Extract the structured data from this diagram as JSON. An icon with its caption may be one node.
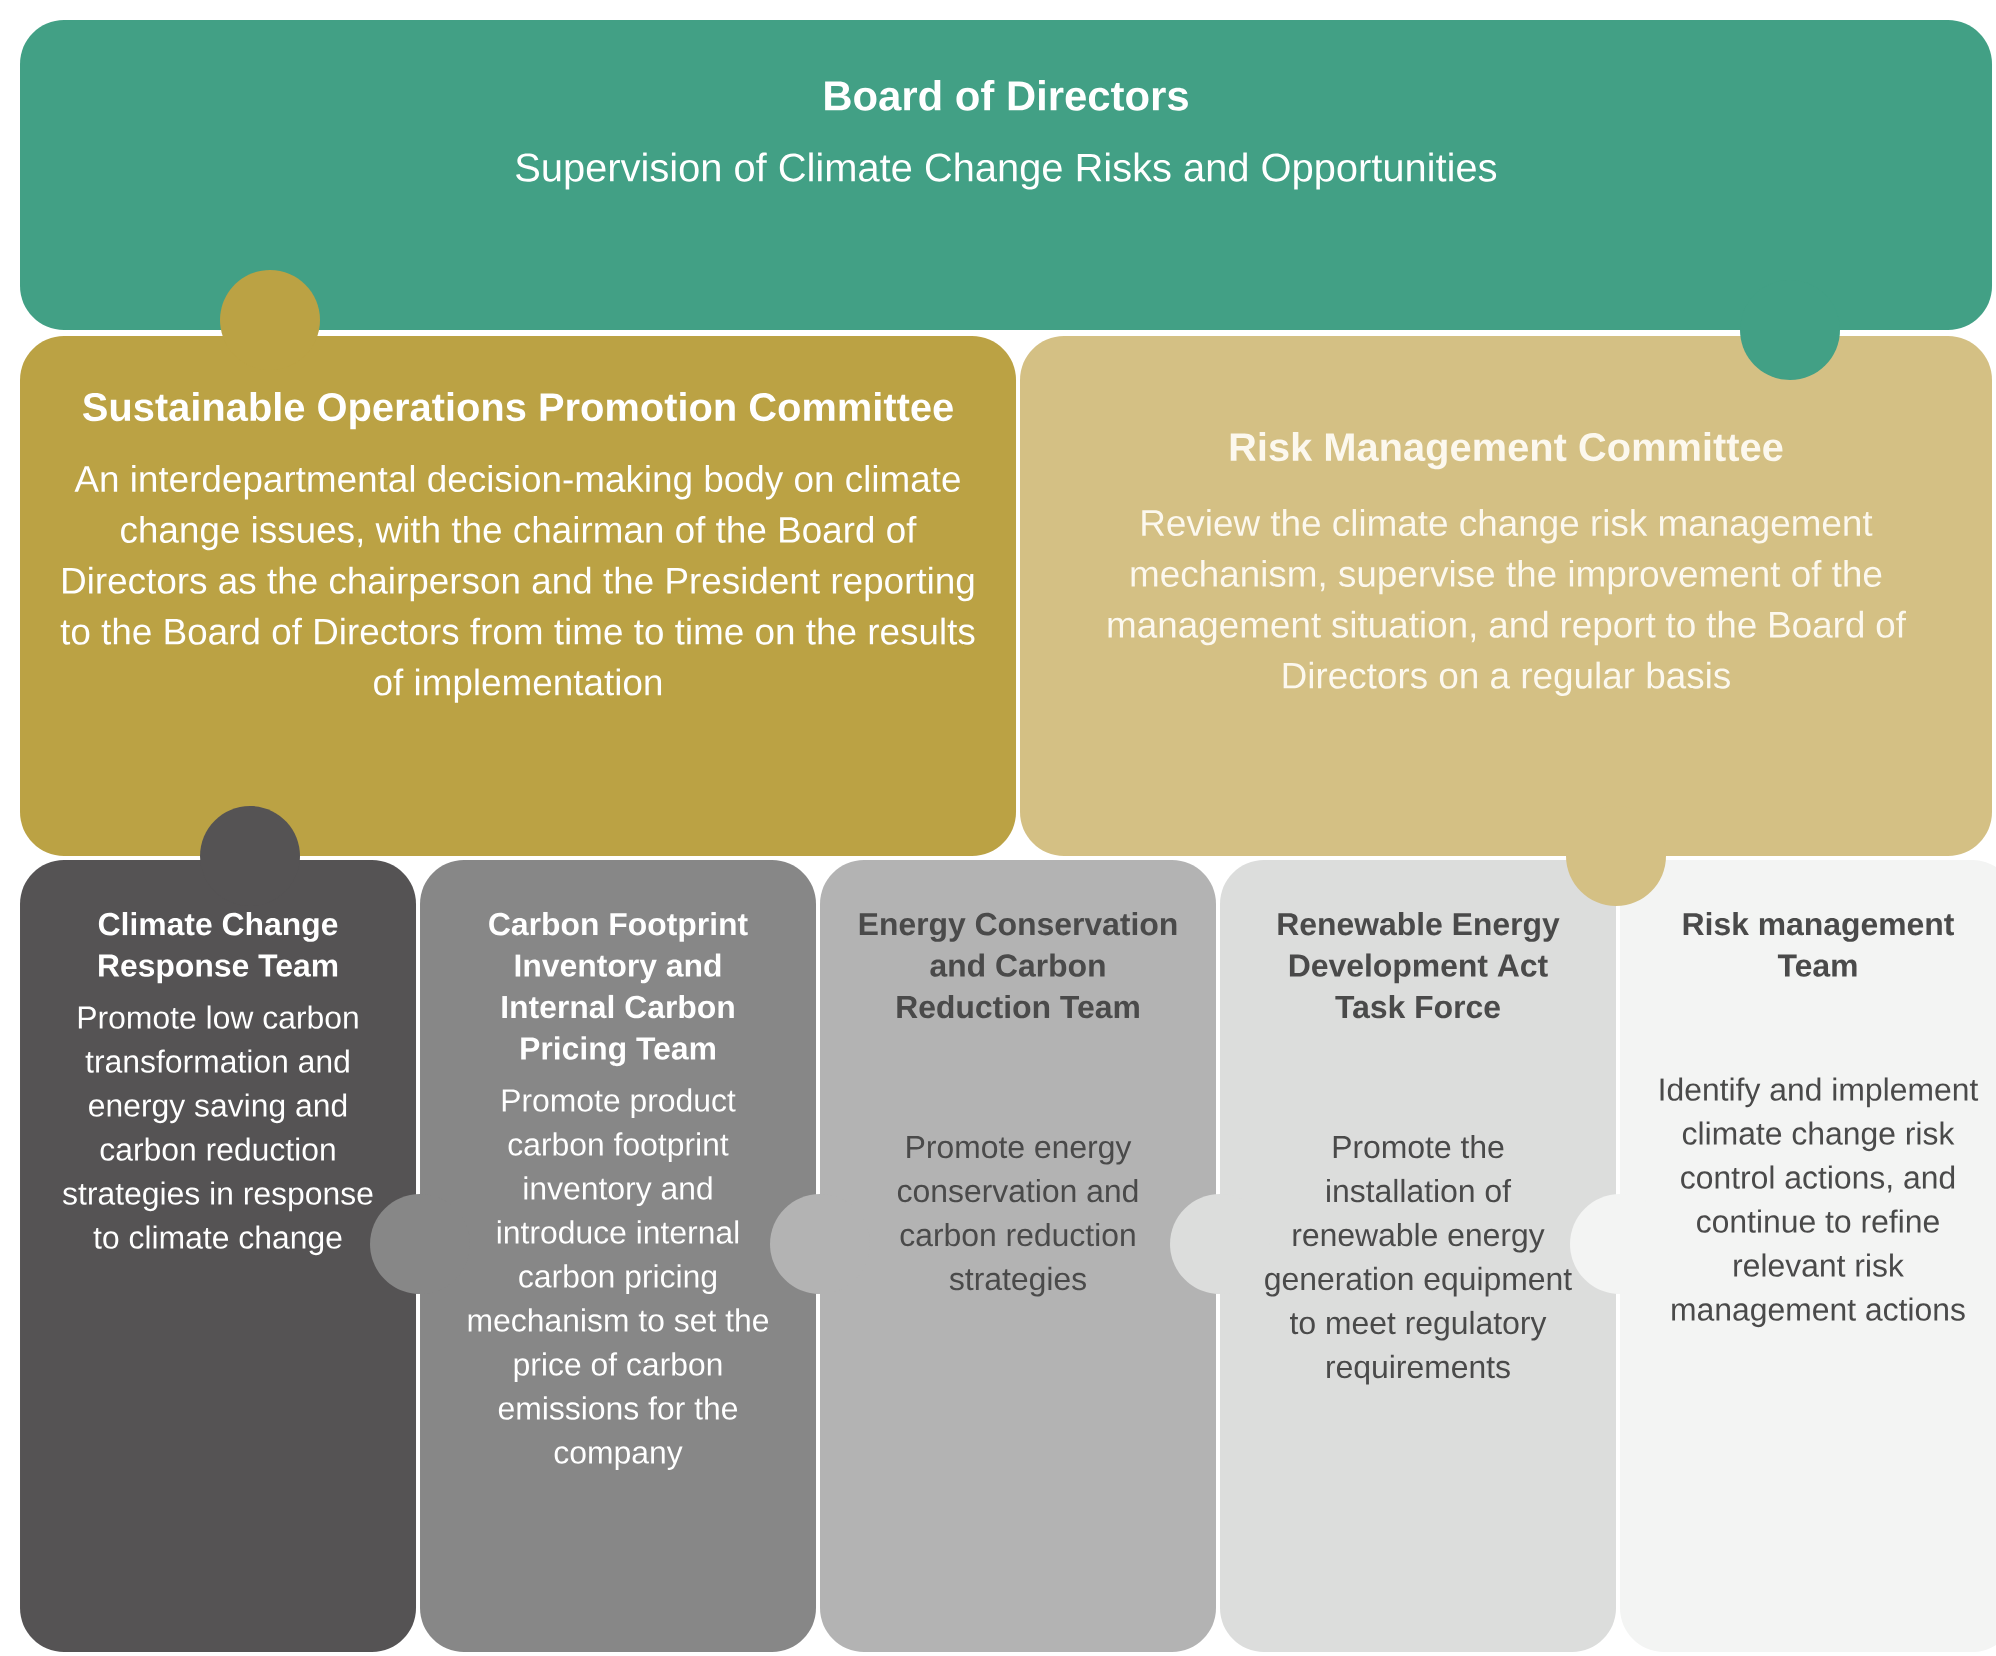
{
  "diagram": {
    "nodes": [
      {
        "text": [
          "Board of Directors",
          "Supervision of Climate Change Risks and Opportunities"
        ]
      },
      {
        "text": [
          "Sustainable Operations Promotion Committee",
          "An interdepartmental decision-making body on climate change issues, with the chairman of the Board of Directors as the chairperson and the President reporting to the Board of Directors from time to time on the results of implementation"
        ]
      },
      {
        "text": [
          "Risk Management Committee",
          "Review the climate change risk management mechanism, supervise the improvement of the management situation, and report to the Board of Directors on a regular basis"
        ]
      },
      {
        "text": [
          "Climate Change Response Team",
          "Promote low carbon transformation and energy saving and carbon reduction strategies in response to climate change"
        ]
      },
      {
        "text": [
          "Carbon Footprint Inventory and Internal Carbon Pricing Team",
          "Promote product carbon footprint inventory and introduce internal carbon pricing mechanism to set the price of carbon emissions for the company"
        ]
      },
      {
        "text": [
          "Energy Conservation and Carbon Reduction Team",
          "Promote energy conservation and carbon reduction strategies"
        ]
      },
      {
        "text": [
          "Renewable Energy Development Act Task Force",
          "Promote the installation of renewable energy generation equipment to meet regulatory requirements"
        ]
      },
      {
        "text": [
          "Risk management Team",
          "Identify and implement climate change risk control actions, and continue to refine relevant risk management actions"
        ]
      }
    ]
  }
}
